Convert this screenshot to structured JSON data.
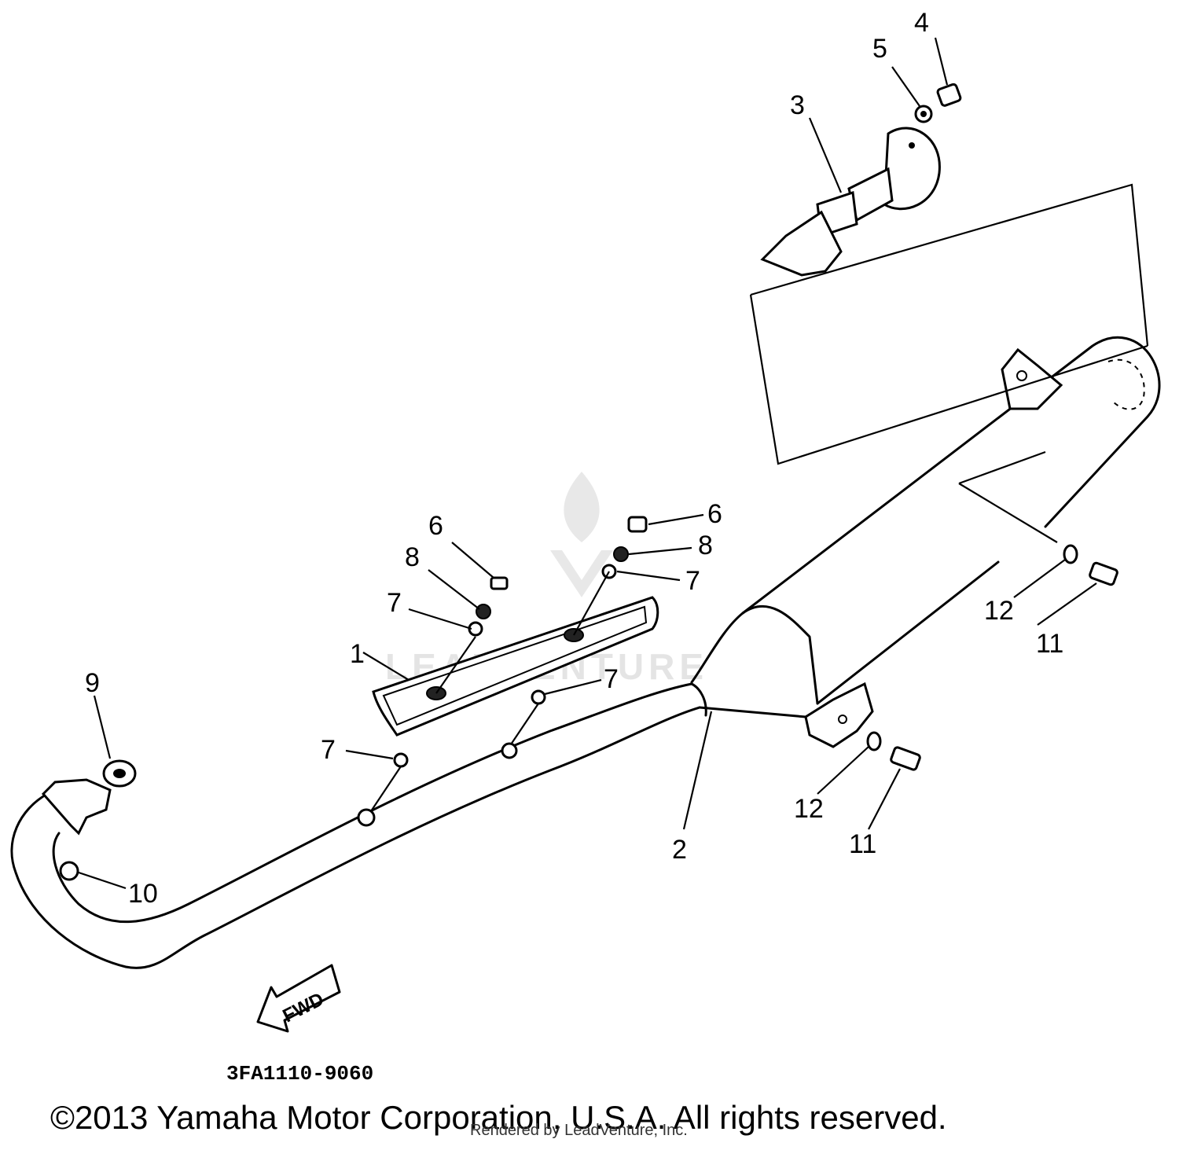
{
  "diagram": {
    "part_code": "3FA1110-9060",
    "copyright": "©2013 Yamaha Motor Corporation, U.S.A. All rights reserved.",
    "rendered_by": "Rendered by LeadVenture, Inc.",
    "watermark": "LEADVENTURE",
    "fwd_label": "FWD",
    "callouts": {
      "c1": "1",
      "c2": "2",
      "c3": "3",
      "c4": "4",
      "c5": "5",
      "c6a": "6",
      "c6b": "6",
      "c7a": "7",
      "c7b": "7",
      "c7c": "7",
      "c7d": "7",
      "c8a": "8",
      "c8b": "8",
      "c9": "9",
      "c10": "10",
      "c11a": "11",
      "c11b": "11",
      "c12a": "12",
      "c12b": "12"
    }
  }
}
